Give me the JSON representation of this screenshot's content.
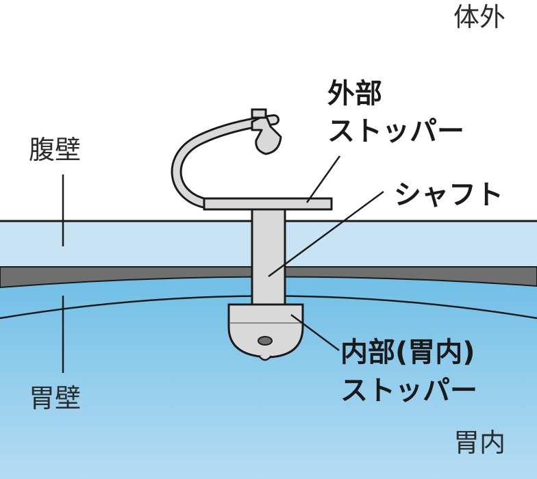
{
  "labels": {
    "outside_body": "体外",
    "abdominal_wall": "腹壁",
    "gastric_wall": "胃壁",
    "inside_stomach": "胃内",
    "external_stopper_line1": "外部",
    "external_stopper_line2": "ストッパー",
    "shaft": "シャフト",
    "internal_stopper_line1": "内部(胃内)",
    "internal_stopper_line2": "ストッパー"
  },
  "colors": {
    "abdominal_wall": "#c7e3f4",
    "stomach_top": "#6dbde6",
    "stomach_bottom": "#b5dcf2",
    "membrane": "#6f6f6f",
    "device_fill": "#d9d9d9",
    "outline": "#1a1a1a"
  }
}
